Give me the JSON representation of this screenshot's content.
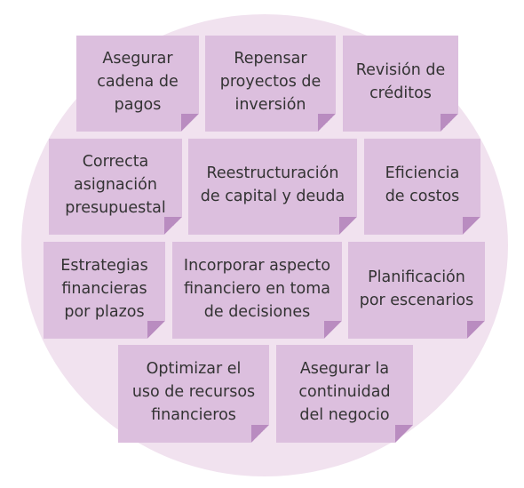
{
  "diagram": {
    "notes": [
      {
        "id": "n1",
        "text": "Asegurar\ncadena de\npagos"
      },
      {
        "id": "n2",
        "text": "Repensar\nproyectos de\ninversión"
      },
      {
        "id": "n3",
        "text": "Revisión de\ncréditos"
      },
      {
        "id": "n4",
        "text": "Correcta\nasignación\npresupuestal"
      },
      {
        "id": "n5",
        "text": "Reestructuración\nde capital y deuda"
      },
      {
        "id": "n6",
        "text": "Eficiencia\nde costos"
      },
      {
        "id": "n7",
        "text": "Estrategias\nfinancieras\npor plazos"
      },
      {
        "id": "n8",
        "text": "Incorporar aspecto\nfinanciero en toma\nde decisiones"
      },
      {
        "id": "n9",
        "text": "Planificación\npor escenarios"
      },
      {
        "id": "n10",
        "text": "Optimizar el\nuso de recursos\nfinancieros"
      },
      {
        "id": "n11",
        "text": "Asegurar la\ncontinuidad\ndel negocio"
      }
    ],
    "colors": {
      "background_circle": "#f1e2ef",
      "note_fill": "#dcbfde",
      "note_fold": "#b98cc0",
      "text": "#333333"
    }
  }
}
